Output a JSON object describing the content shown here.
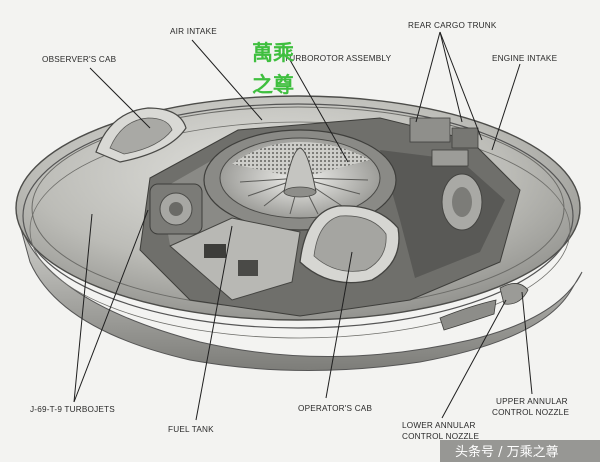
{
  "labels": {
    "observers_cab": "OBSERVER'S CAB",
    "air_intake": "AIR INTAKE",
    "turborotor": "TURBOROTOR ASSEMBLY",
    "rear_cargo": "REAR CARGO TRUNK",
    "engine_intake": "ENGINE INTAKE",
    "turbojets": "J-69-T-9 TURBOJETS",
    "fuel_tank": "FUEL TANK",
    "operators_cab": "OPERATOR'S CAB",
    "lower_nozzle_1": "LOWER ANNULAR",
    "lower_nozzle_2": "CONTROL NOZZLE",
    "upper_nozzle_1": "UPPER ANNULAR",
    "upper_nozzle_2": "CONTROL NOZZLE"
  },
  "watermark": {
    "line1": "萬乘",
    "line2": "之尊"
  },
  "footer": {
    "text": "头条号 / 万乘之尊"
  },
  "colors": {
    "watermark": "#3fbf3f",
    "background": "#f3f3f1",
    "hull": "#bdbdb9"
  }
}
